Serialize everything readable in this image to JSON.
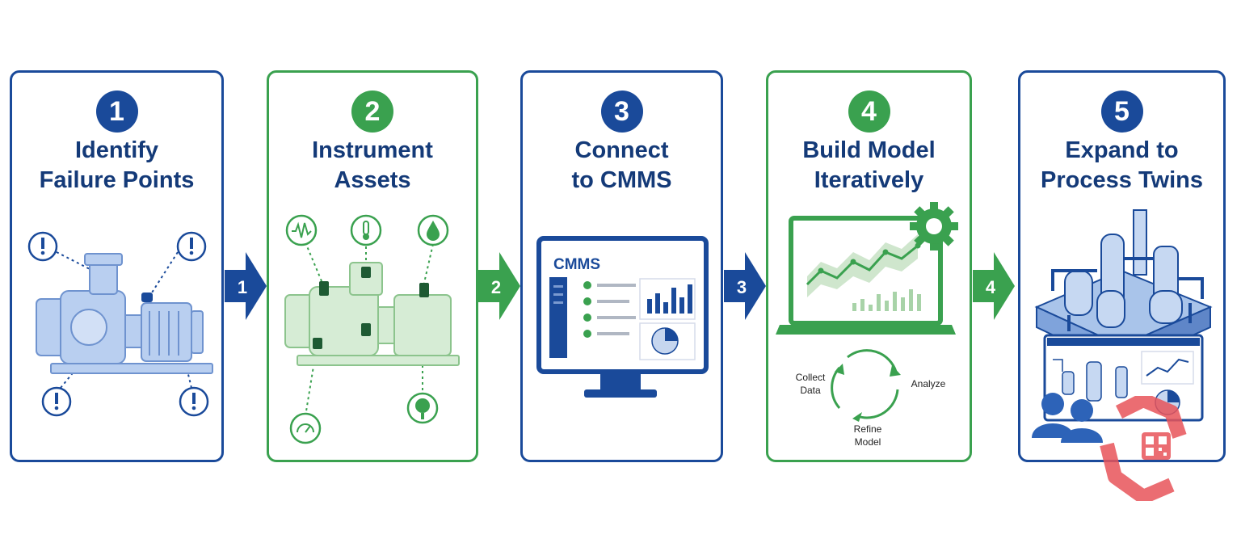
{
  "steps": [
    {
      "number": "1",
      "title_line1": "Identify",
      "title_line2": "Failure Points"
    },
    {
      "number": "2",
      "title_line1": "Instrument",
      "title_line2": "Assets"
    },
    {
      "number": "3",
      "title_line1": "Connect",
      "title_line2": "to CMMS"
    },
    {
      "number": "4",
      "title_line1": "Build Model",
      "title_line2": "Iteratively"
    },
    {
      "number": "5",
      "title_line1": "Expand to",
      "title_line2": "Process Twins"
    }
  ],
  "arrows": [
    "1",
    "2",
    "3",
    "4"
  ],
  "cmms": {
    "label": "CMMS"
  },
  "cycle": {
    "collect_line1": "Collect",
    "collect_line2": "Data",
    "analyze": "Analyze",
    "refine_line1": "Refine",
    "refine_line2": "Model"
  },
  "colors": {
    "blue": "#1a4a9a",
    "green": "#3aa14f",
    "light_blue": "#a9c4ea",
    "light_green": "#c9e5c8",
    "watermark": "#e8545a"
  }
}
